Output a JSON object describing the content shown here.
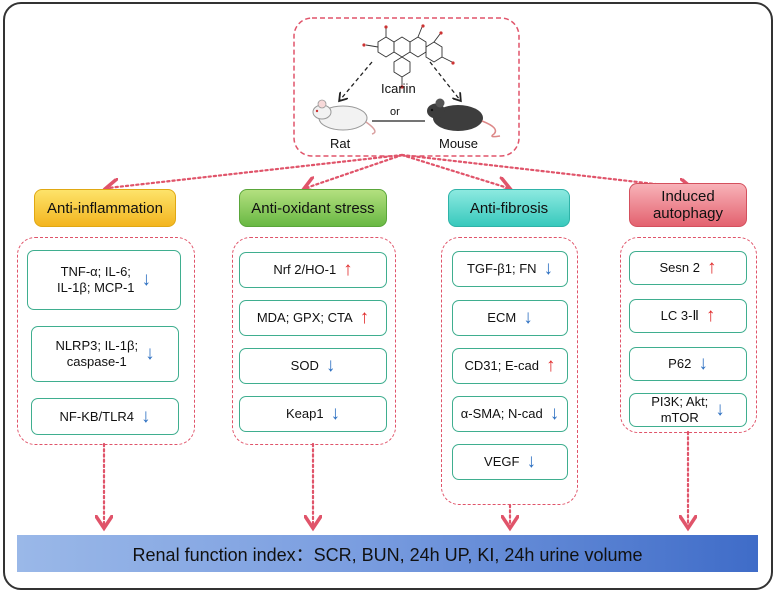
{
  "source": {
    "compound": "Icariin",
    "animal_left": "Rat",
    "animal_right": "Mouse",
    "connector": "or"
  },
  "categories": [
    {
      "title": "Anti-inflammation",
      "color": "#f3b51f",
      "items": [
        {
          "label": "TNF-α; IL-6;\nIL-1β; MCP-1",
          "direction": "down"
        },
        {
          "label": "NLRP3; IL-1β;\ncaspase-1",
          "direction": "down"
        },
        {
          "label": "NF-KB/TLR4",
          "direction": "down"
        }
      ]
    },
    {
      "title": "Anti-oxidant stress",
      "color": "#69b843",
      "items": [
        {
          "label": "Nrf 2/HO-1",
          "direction": "up"
        },
        {
          "label": "MDA; GPX; CTA",
          "direction": "up"
        },
        {
          "label": "SOD",
          "direction": "down"
        },
        {
          "label": "Keap1",
          "direction": "down"
        }
      ]
    },
    {
      "title": "Anti-fibrosis",
      "color": "#38c9bd",
      "items": [
        {
          "label": "TGF-β1; FN",
          "direction": "down"
        },
        {
          "label": "ECM",
          "direction": "down"
        },
        {
          "label": "CD31; E-cad",
          "direction": "up"
        },
        {
          "label": "α-SMA; N-cad",
          "direction": "down"
        },
        {
          "label": "VEGF",
          "direction": "down"
        }
      ]
    },
    {
      "title": "Induced\nautophagy",
      "color": "#e3626f",
      "items": [
        {
          "label": "Sesn 2",
          "direction": "up"
        },
        {
          "label": "LC 3-Ⅱ",
          "direction": "up"
        },
        {
          "label": "P62",
          "direction": "down"
        },
        {
          "label": "PI3K; Akt;\nmTOR",
          "direction": "down"
        }
      ]
    }
  ],
  "arrow_symbols": {
    "up": "↑",
    "down": "↓"
  },
  "footer": "Renal function index：SCR, BUN, 24h UP, KI, 24h urine volume"
}
